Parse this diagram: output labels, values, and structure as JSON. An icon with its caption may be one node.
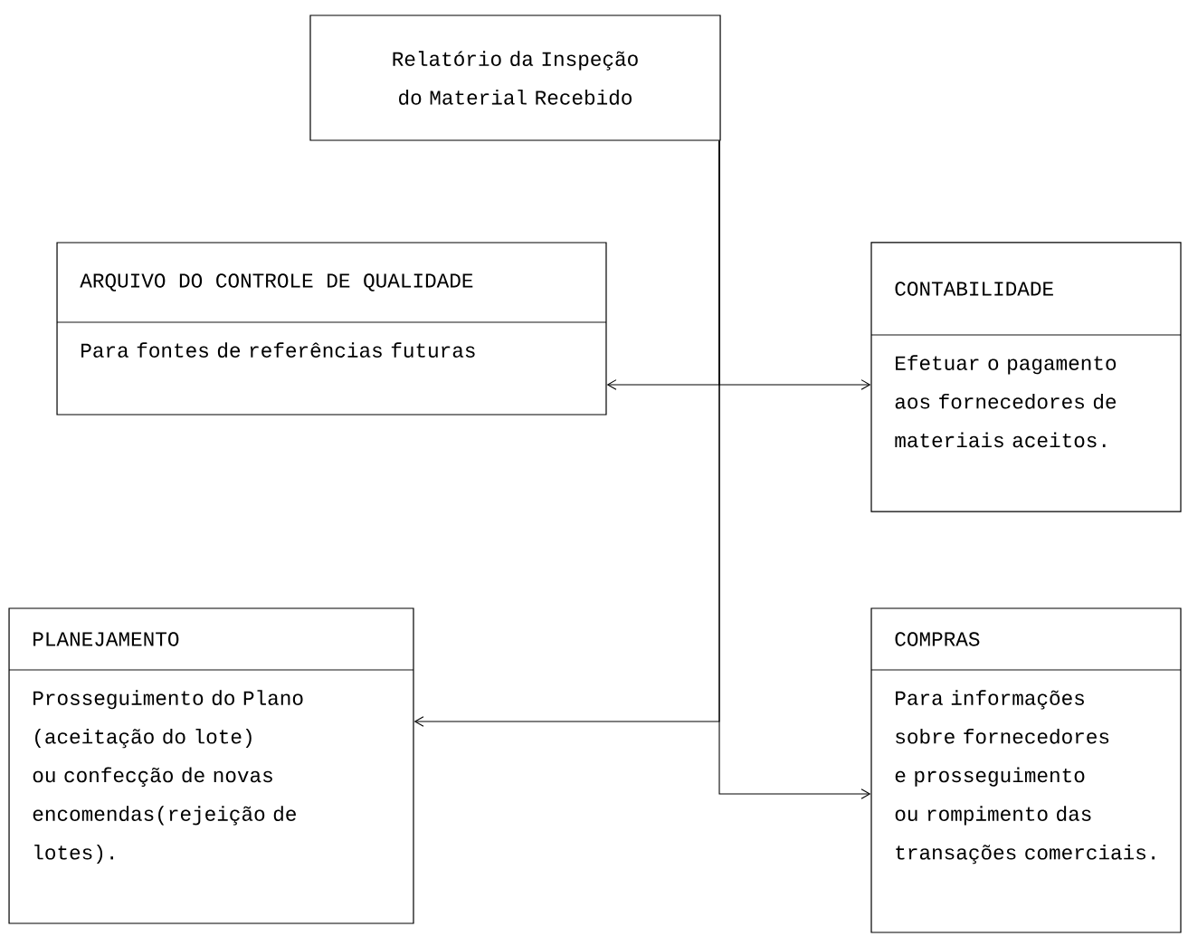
{
  "diagram": {
    "nodes": [
      {
        "text": [
          "Relatório da Inspeção do Material Recebido"
        ]
      },
      {
        "text": [
          "ARQUIVO DO CONTROLE DE QUALIDADE",
          "Para fontes de referências futuras"
        ]
      },
      {
        "text": [
          "CONTABILIDADE",
          "Efetuar o pagamento aos fornecedores de materiais aceitos."
        ]
      },
      {
        "text": [
          "PLANEJAMENTO",
          "Prosseguimento do Plano (aceitação do lote) ou confecção de novas encomendas(rejeição de lotes)."
        ]
      },
      {
        "text": [
          "COMPRAS",
          "Para informações sobre fornecedores e prosseguimento ou rompimento das transações comerciais."
        ]
      }
    ],
    "edges": [
      {
        "from": 0,
        "to": 1,
        "arrow": "to"
      },
      {
        "from": 0,
        "to": 2,
        "arrow": "to"
      },
      {
        "from": 0,
        "to": 3,
        "arrow": "to"
      },
      {
        "from": 0,
        "to": 4,
        "arrow": "to"
      }
    ]
  }
}
